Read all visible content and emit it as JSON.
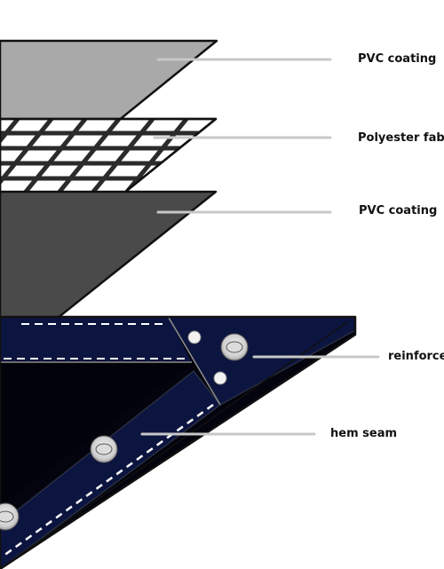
{
  "layers": {
    "pvc_top": "PVC coating",
    "polyester": "Polyester fabric",
    "pvc_bottom": "PVC coating",
    "reinforced": "reinforced corner",
    "hem": "hem seam"
  },
  "colors": {
    "pvc_top_fill": "#a9a9a9",
    "pvc_bottom_fill": "#4a4a4a",
    "mesh_fill": "#ffffff",
    "mesh_line": "#2b2b2b",
    "tarp_navy": "#0c1440",
    "tarp_dark": "#03040d",
    "stitch": "#ffffff",
    "leader_line": "#c8c8c8",
    "grommet_ring": "#9a9a9a"
  }
}
